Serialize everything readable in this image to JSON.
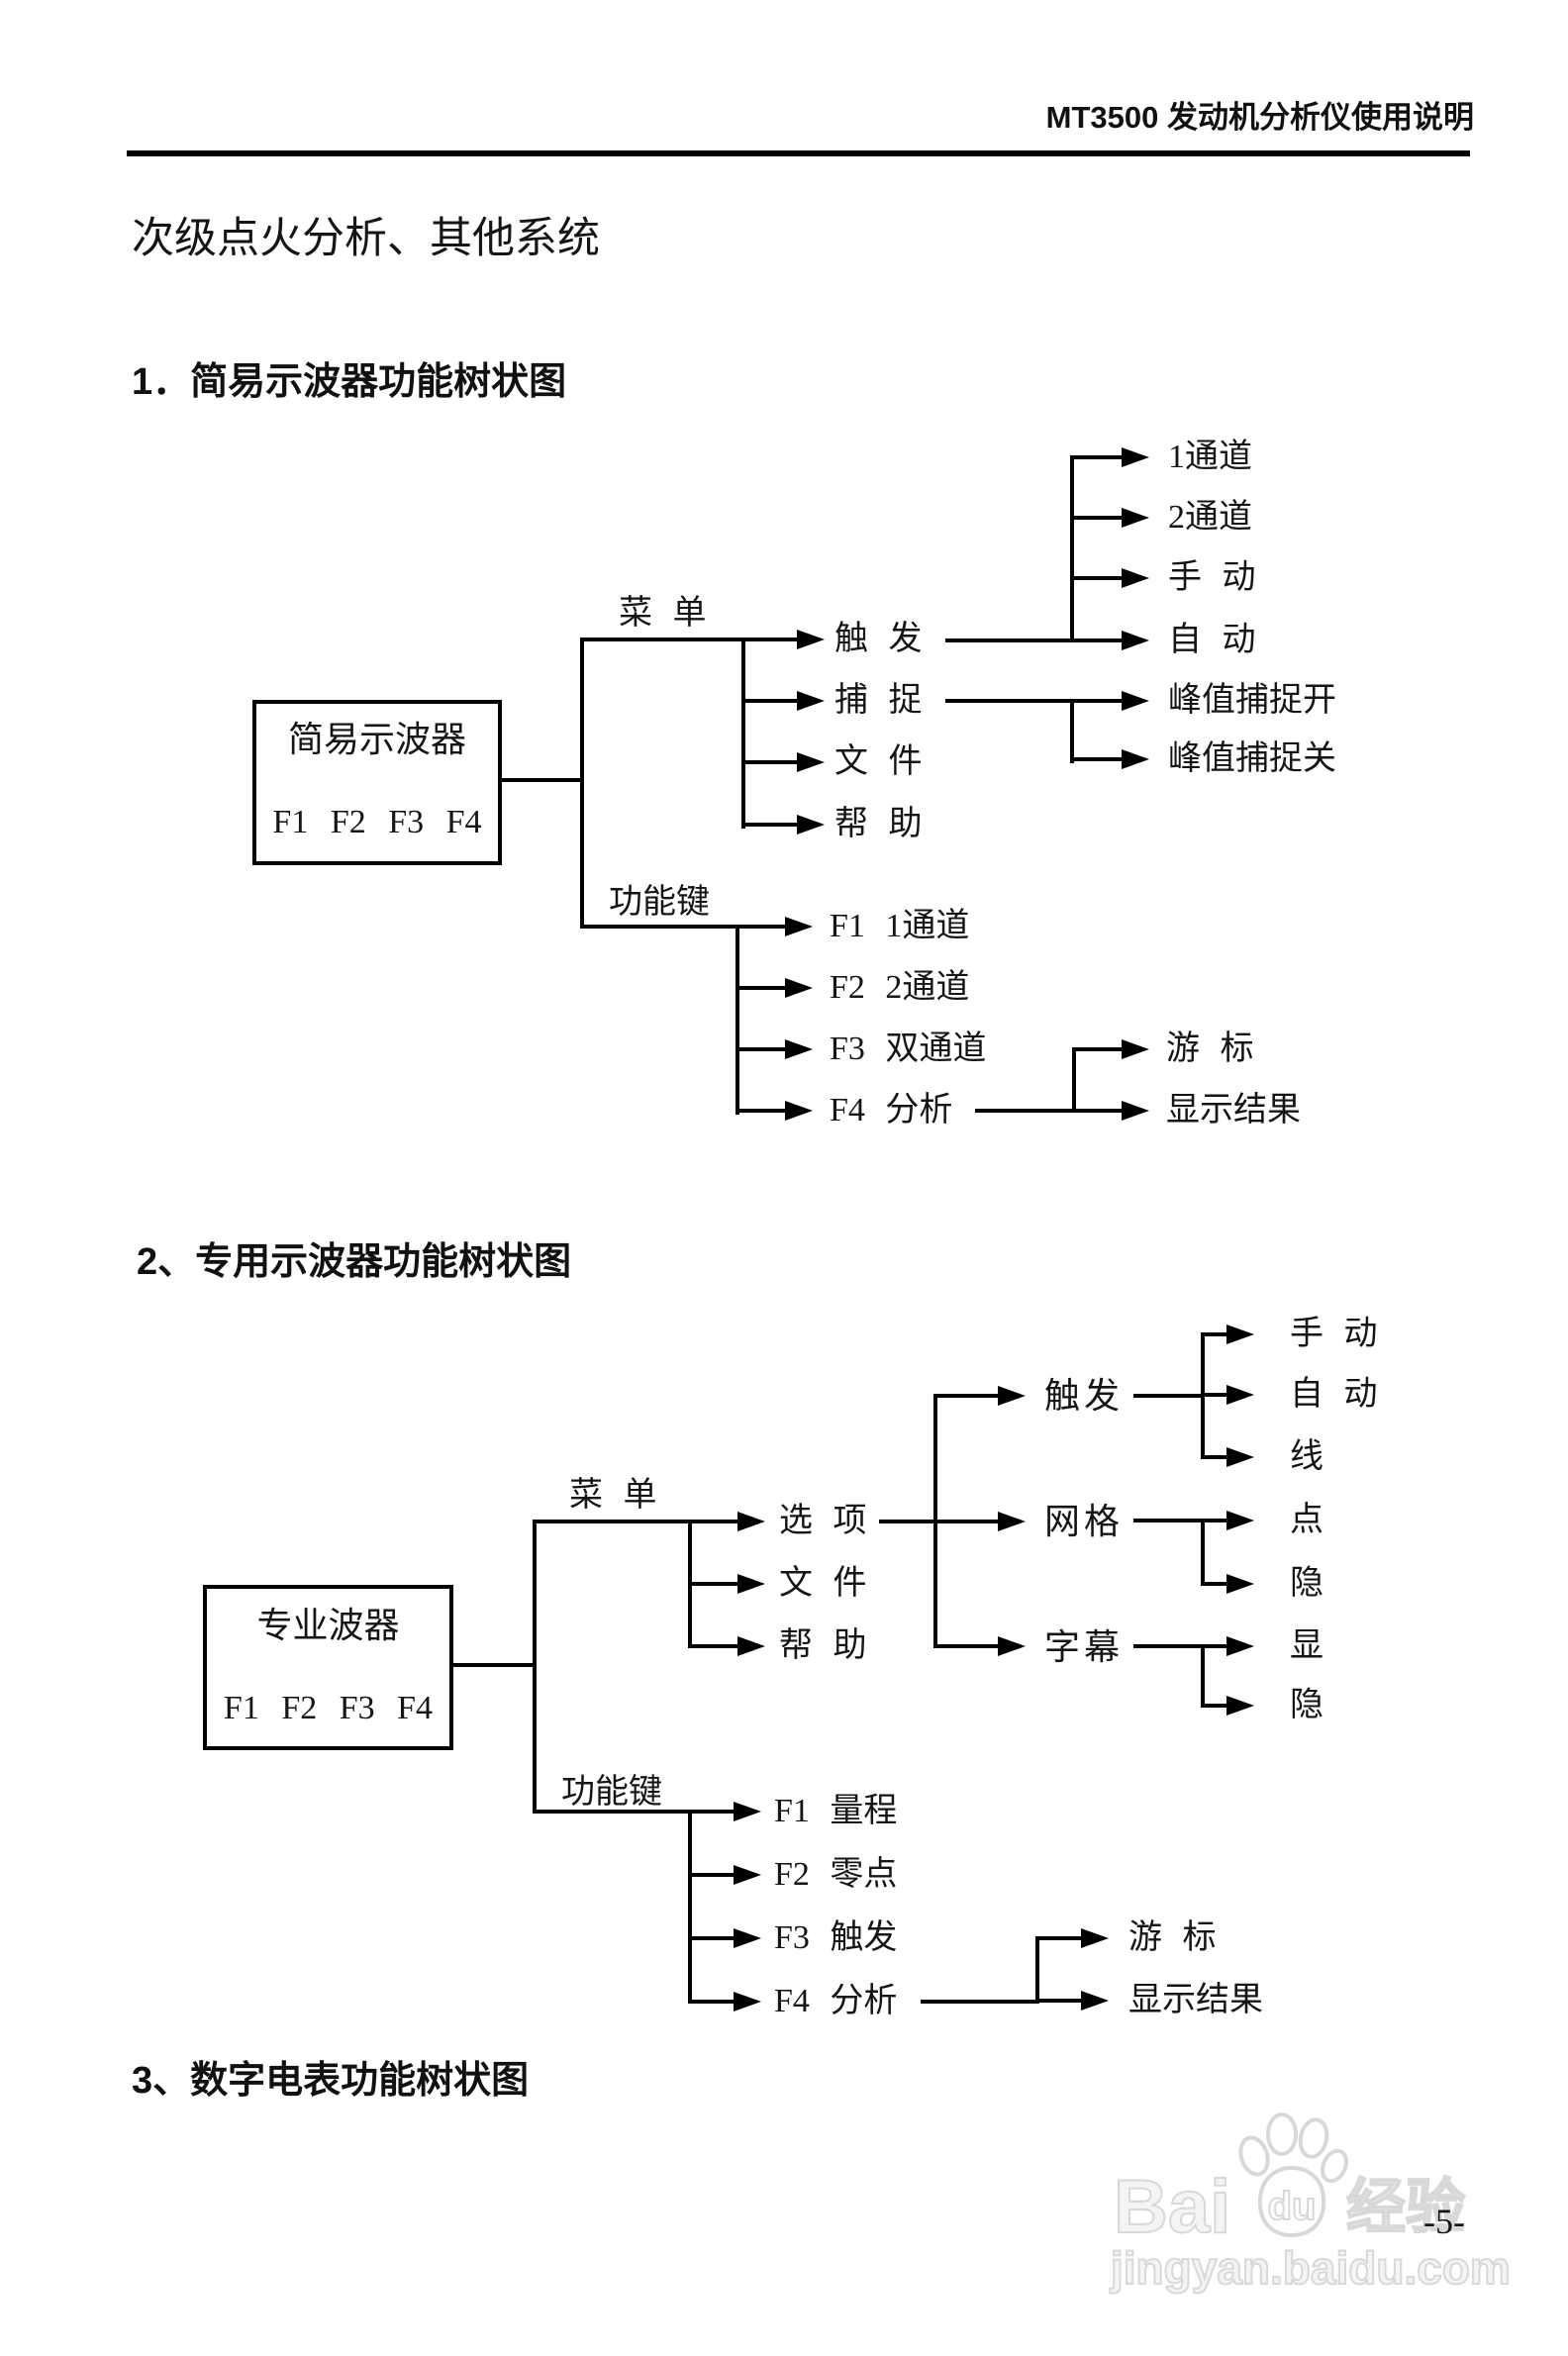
{
  "header": {
    "doc_title": "MT3500 发动机分析仪使用说明"
  },
  "page": {
    "title": "次级点火分析、其他系统",
    "number": "-5-"
  },
  "tree1": {
    "heading": "1．简易示波器功能树状图",
    "root_line1": "简易示波器",
    "root_line2": "F1 F2 F3 F4",
    "menu_label": "菜 单",
    "funckey_label": "功能键",
    "menu": [
      "触 发",
      "捕 捉",
      "文 件",
      "帮 助"
    ],
    "trigger_children": [
      "1通道",
      "2通道",
      "手 动",
      "自 动"
    ],
    "capture_children": [
      "峰值捕捉开",
      "峰值捕捉关"
    ],
    "funckeys": [
      "F1 1通道",
      "F2 2通道",
      "F3 双通道",
      "F4 分析"
    ],
    "analysis_children": [
      "游 标",
      "显示结果"
    ]
  },
  "tree2": {
    "heading": "2、专用示波器功能树状图",
    "root_line1": "专业波器",
    "root_line2": "F1 F2 F3 F4",
    "menu_label": "菜 单",
    "funckey_label": "功能键",
    "menu": [
      "选 项",
      "文 件",
      "帮 助"
    ],
    "option_children": [
      "触发",
      "网格",
      "字幕"
    ],
    "trigger_children": [
      "手 动",
      "自 动",
      "线"
    ],
    "grid_children": [
      "点",
      "隐"
    ],
    "caption_children": [
      "显",
      "隐"
    ],
    "funckeys": [
      "F1 量程",
      "F2 零点",
      "F3 触发",
      "F4 分析"
    ],
    "analysis_children": [
      "游 标",
      "显示结果"
    ]
  },
  "tree3": {
    "heading": "3、数字电表功能树状图"
  },
  "watermark": {
    "brand_left": "Bai",
    "brand_right": "du",
    "brand_cn": "经验",
    "url": "jingyan.baidu.com"
  }
}
